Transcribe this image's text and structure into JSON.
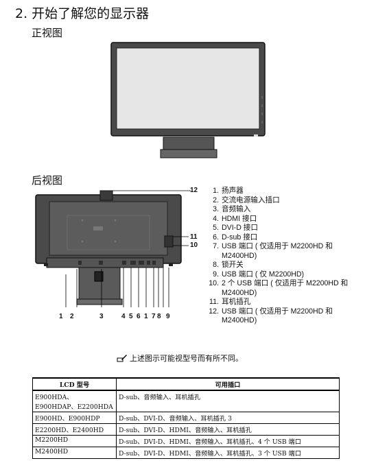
{
  "heading": "2. 开始了解您的显示器",
  "front_view": {
    "title": "正视图"
  },
  "rear_view": {
    "title": "后视图",
    "callouts": [
      "1",
      "2",
      "3",
      "4",
      "5",
      "6",
      "1",
      "7",
      "8",
      "9",
      "10",
      "11",
      "12"
    ],
    "parts": [
      {
        "num": "1.",
        "text": "扬声器"
      },
      {
        "num": "2.",
        "text": "交流电源输入插口"
      },
      {
        "num": "3.",
        "text": "音频输入"
      },
      {
        "num": "4.",
        "text": "HDMI 接口"
      },
      {
        "num": "5.",
        "text": "DVI-D 接口"
      },
      {
        "num": "6.",
        "text": "D-sub 接口"
      },
      {
        "num": "7.",
        "text": "USB 端口 ( 仅适用于 M2200HD 和 M2400HD)"
      },
      {
        "num": "8.",
        "text": "锁开关"
      },
      {
        "num": "9.",
        "text": "USB 端口 ( 仅 M2200HD)"
      },
      {
        "num": "10.",
        "text": "2 个 USB 端口 ( 仅适用于 M2200HD 和 M2400HD)"
      },
      {
        "num": "11.",
        "text": "耳机插孔"
      },
      {
        "num": "12.",
        "text": "USB 端口 ( 仅适用于 M2200HD 和 M2400HD)"
      }
    ]
  },
  "note": "上述图示可能视型号而有所不同。",
  "models_table": {
    "headers": [
      "LCD 型号",
      "可用插口"
    ],
    "rows": [
      [
        "E900HDA、E900HDAP、E2200HDA",
        "D-sub、音频输入、耳机插孔"
      ],
      [
        "E900HD、E900HDP",
        "D-sub、DVI-D、音频输入、耳机插孔 3"
      ],
      [
        "E2200HD、E2400HD",
        "D-sub、DVI-D、HDMI、音频输入、耳机插孔"
      ],
      [
        "M2200HD",
        "D-sub、DVI-D、HDMI、音频输入、耳机插孔、4 个 USB 端口"
      ],
      [
        "M2400HD",
        "D-sub、DVI-D、HDMI、音频输入、耳机插孔、3 个 USB 端口"
      ]
    ]
  },
  "colors": {
    "bezel": "#4a4a4a",
    "screen": "#e4e4e4",
    "body": "#555555"
  }
}
